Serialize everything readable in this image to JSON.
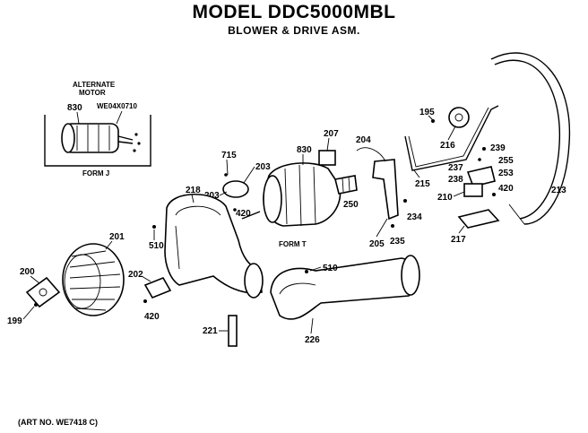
{
  "header": {
    "title": "MODEL DDC5000MBL",
    "subtitle": "BLOWER & DRIVE ASM."
  },
  "inset": {
    "heading_line1": "ALTERNATE",
    "heading_line2": "MOTOR",
    "part_830": "830",
    "part_number": "WE04X0710",
    "form_label": "FORM J"
  },
  "callouts": {
    "p195": "195",
    "p199": "199",
    "p200": "200",
    "p201": "201",
    "p202": "202",
    "p203a": "203",
    "p203b": "203",
    "p204": "204",
    "p205": "205",
    "p207": "207",
    "p210": "210",
    "p213": "213",
    "p215": "215",
    "p216": "216",
    "p217": "217",
    "p218": "218",
    "p221": "221",
    "p226": "226",
    "p234": "234",
    "p235": "235",
    "p237": "237",
    "p238": "238",
    "p239": "239",
    "p250": "250",
    "p253": "253",
    "p255": "255",
    "p420a": "420",
    "p420b": "420",
    "p420c": "420",
    "p510a": "510",
    "p510b": "510",
    "p715": "715",
    "p830": "830",
    "form_t": "FORM T"
  },
  "footer": {
    "art_no": "(ART NO. WE7418 C)"
  }
}
